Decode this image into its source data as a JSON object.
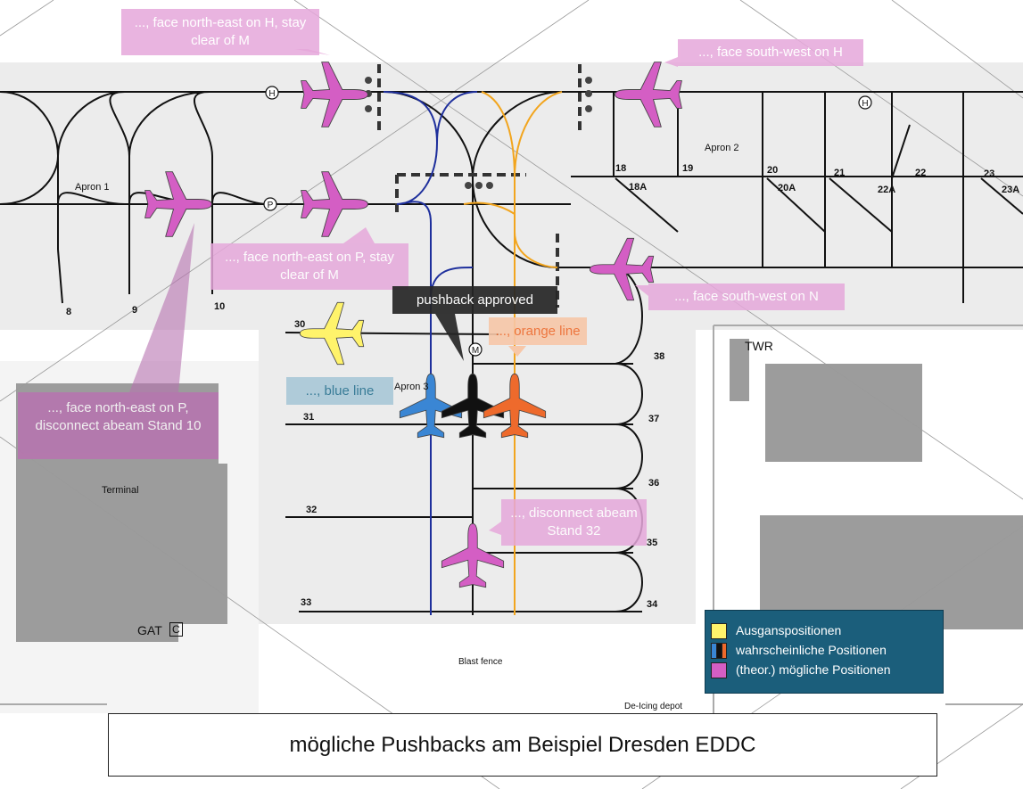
{
  "title": "mögliche Pushbacks am Beispiel Dresden EDDC",
  "map_labels": {
    "apron1": "Apron 1",
    "apron2": "Apron 2",
    "apron3": "Apron 3",
    "terminal": "Terminal",
    "gat": "GAT",
    "gat_box": "C",
    "twr": "TWR",
    "blast_fence": "Blast fence",
    "deicing": "De-Icing depot",
    "taxi_h": "H",
    "taxi_p": "P",
    "taxi_m": "M",
    "stands": [
      "8",
      "9",
      "10",
      "18",
      "18A",
      "19",
      "20",
      "20A",
      "21",
      "22",
      "22A",
      "23",
      "23A",
      "30",
      "31",
      "32",
      "33",
      "34",
      "35",
      "36",
      "37",
      "38"
    ]
  },
  "callouts": {
    "nw_h": "..., face north-east on H, stay clear of M",
    "sw_h": "..., face south-west on H",
    "ne_p": "..., face north-east on P, stay clear of M",
    "sw_n": "..., face south-west on N",
    "approved": "pushback approved",
    "orange": "..., orange line",
    "blue": "..., blue line",
    "ne_p_disc": "..., face north-east on P, disconnect abeam Stand 10",
    "disc32": "..., disconnect abeam Stand 32"
  },
  "legend": {
    "start": "Ausganspositionen",
    "likely": "wahrscheinliche Positionen",
    "possible": "(theor.) mögliche Positionen"
  },
  "colors": {
    "start": "#fff36b",
    "likely_blue": "#3a86d4",
    "likely_black": "#111111",
    "likely_orange": "#ee6a2c",
    "possible": "#d45ec4",
    "blue_line": "#1e2f9c",
    "orange_line": "#f2a51e",
    "legend_bg": "#1b5e7b"
  }
}
